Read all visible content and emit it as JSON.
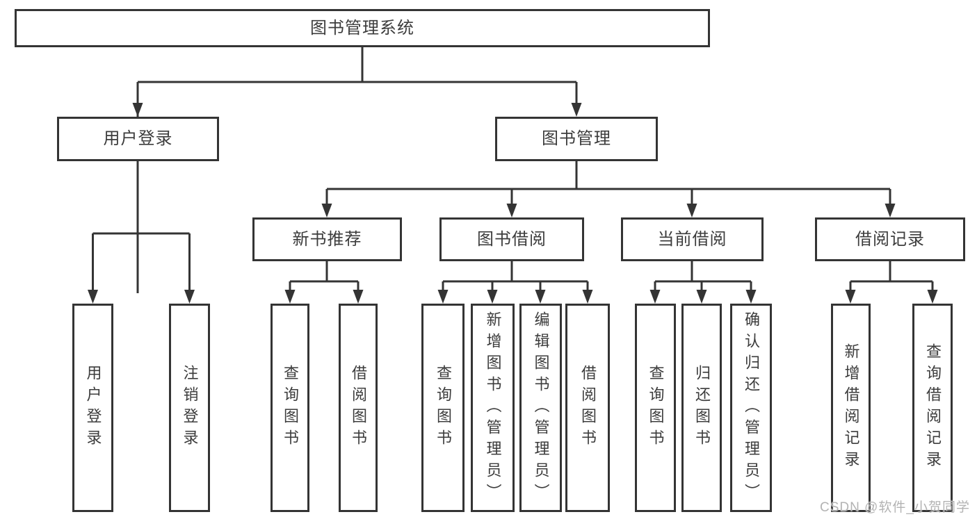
{
  "diagram_title": "图书管理系统",
  "colors": {
    "line": "#343434",
    "text": "#3c3c3c",
    "box_background": "#ffffff",
    "watermark": "#b3b3b3"
  },
  "tree": {
    "label": "图书管理系统",
    "children": [
      {
        "label": "用户登录",
        "children": [
          {
            "label": "用户登录"
          },
          {
            "label": "注销登录"
          }
        ]
      },
      {
        "label": "图书管理",
        "children": [
          {
            "label": "新书推荐",
            "children": [
              {
                "label": "查询图书"
              },
              {
                "label": "借阅图书"
              }
            ]
          },
          {
            "label": "图书借阅",
            "children": [
              {
                "label": "查询图书"
              },
              {
                "label": "新增图书（管理员）"
              },
              {
                "label": "编辑图书（管理员）"
              },
              {
                "label": "借阅图书"
              }
            ]
          },
          {
            "label": "当前借阅",
            "children": [
              {
                "label": "查询图书"
              },
              {
                "label": "归还图书"
              },
              {
                "label": "确认归还（管理员）"
              }
            ]
          },
          {
            "label": "借阅记录",
            "children": [
              {
                "label": "新增借阅记录"
              },
              {
                "label": "查询借阅记录"
              }
            ]
          }
        ]
      }
    ]
  },
  "watermark": {
    "text": "CSDN @软件_小贺同学"
  }
}
